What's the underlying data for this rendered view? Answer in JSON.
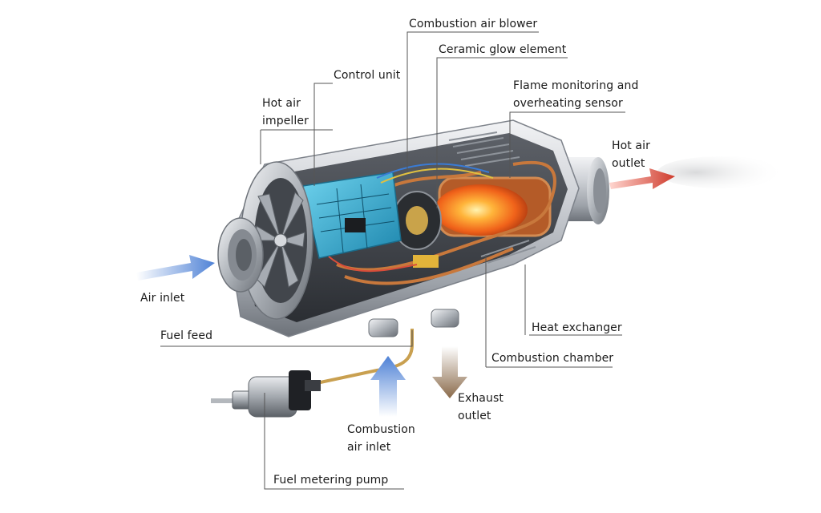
{
  "labels": {
    "combustion_air_blower": "Combustion air blower",
    "ceramic_glow_element": "Ceramic glow element",
    "control_unit": "Control unit",
    "flame_sensor_line1": "Flame monitoring and",
    "flame_sensor_line2": "overheating sensor",
    "hot_air_impeller_line1": "Hot air",
    "hot_air_impeller_line2": "impeller",
    "hot_air_outlet_line1": "Hot air",
    "hot_air_outlet_line2": "outlet",
    "air_inlet": "Air inlet",
    "fuel_feed": "Fuel feed",
    "heat_exchanger": "Heat exchanger",
    "combustion_chamber": "Combustion chamber",
    "exhaust_outlet_line1": "Exhaust",
    "exhaust_outlet_line2": "outlet",
    "combustion_air_inlet_line1": "Combustion",
    "combustion_air_inlet_line2": "air inlet",
    "fuel_metering_pump": "Fuel metering pump"
  },
  "colors": {
    "leader_line": "#555555",
    "housing": "#c9ccd1",
    "control_board": "#3bb4d6",
    "flame": "#ff7a1a",
    "copper": "#c8783c",
    "air_arrow": "#5f8ed8",
    "hot_arrow": "#d84b3c",
    "exhaust_arrow": "#9a7b5c"
  },
  "icons": [
    "air-inlet-arrow",
    "hot-air-outlet-arrow",
    "exhaust-arrow",
    "combustion-air-arrow"
  ]
}
